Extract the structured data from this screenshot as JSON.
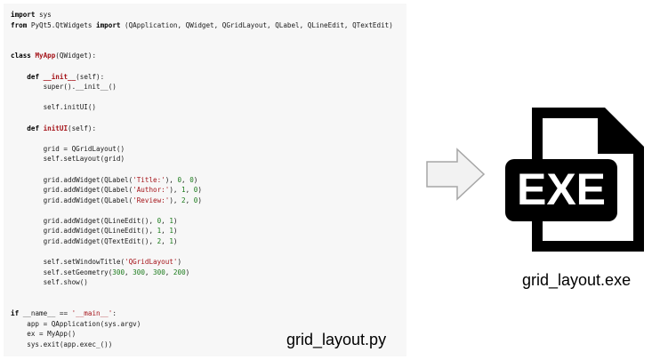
{
  "code": {
    "lines": [
      [
        {
          "t": "import",
          "c": "kw"
        },
        {
          "t": " sys",
          "c": "plain"
        }
      ],
      [
        {
          "t": "from",
          "c": "kw"
        },
        {
          "t": " PyQt5.QtWidgets ",
          "c": "plain"
        },
        {
          "t": "import",
          "c": "kw"
        },
        {
          "t": " (QApplication, QWidget, QGridLayout, QLabel, QLineEdit, QTextEdit)",
          "c": "plain"
        }
      ],
      [],
      [],
      [
        {
          "t": "class",
          "c": "kw"
        },
        {
          "t": " ",
          "c": "plain"
        },
        {
          "t": "MyApp",
          "c": "fn"
        },
        {
          "t": "(QWidget):",
          "c": "plain"
        }
      ],
      [],
      [
        {
          "t": "    ",
          "c": "plain"
        },
        {
          "t": "def",
          "c": "kw"
        },
        {
          "t": " ",
          "c": "plain"
        },
        {
          "t": "__init__",
          "c": "fn"
        },
        {
          "t": "(self):",
          "c": "plain"
        }
      ],
      [
        {
          "t": "        super().__init__()",
          "c": "plain"
        }
      ],
      [],
      [
        {
          "t": "        self.initUI()",
          "c": "plain"
        }
      ],
      [],
      [
        {
          "t": "    ",
          "c": "plain"
        },
        {
          "t": "def",
          "c": "kw"
        },
        {
          "t": " ",
          "c": "plain"
        },
        {
          "t": "initUI",
          "c": "fn"
        },
        {
          "t": "(self):",
          "c": "plain"
        }
      ],
      [],
      [
        {
          "t": "        grid = QGridLayout()",
          "c": "plain"
        }
      ],
      [
        {
          "t": "        self.setLayout(grid)",
          "c": "plain"
        }
      ],
      [],
      [
        {
          "t": "        grid.addWidget(QLabel(",
          "c": "plain"
        },
        {
          "t": "'Title:'",
          "c": "str"
        },
        {
          "t": "), ",
          "c": "plain"
        },
        {
          "t": "0",
          "c": "num"
        },
        {
          "t": ", ",
          "c": "plain"
        },
        {
          "t": "0",
          "c": "num"
        },
        {
          "t": ")",
          "c": "plain"
        }
      ],
      [
        {
          "t": "        grid.addWidget(QLabel(",
          "c": "plain"
        },
        {
          "t": "'Author:'",
          "c": "str"
        },
        {
          "t": "), ",
          "c": "plain"
        },
        {
          "t": "1",
          "c": "num"
        },
        {
          "t": ", ",
          "c": "plain"
        },
        {
          "t": "0",
          "c": "num"
        },
        {
          "t": ")",
          "c": "plain"
        }
      ],
      [
        {
          "t": "        grid.addWidget(QLabel(",
          "c": "plain"
        },
        {
          "t": "'Review:'",
          "c": "str"
        },
        {
          "t": "), ",
          "c": "plain"
        },
        {
          "t": "2",
          "c": "num"
        },
        {
          "t": ", ",
          "c": "plain"
        },
        {
          "t": "0",
          "c": "num"
        },
        {
          "t": ")",
          "c": "plain"
        }
      ],
      [],
      [
        {
          "t": "        grid.addWidget(QLineEdit(), ",
          "c": "plain"
        },
        {
          "t": "0",
          "c": "num"
        },
        {
          "t": ", ",
          "c": "plain"
        },
        {
          "t": "1",
          "c": "num"
        },
        {
          "t": ")",
          "c": "plain"
        }
      ],
      [
        {
          "t": "        grid.addWidget(QLineEdit(), ",
          "c": "plain"
        },
        {
          "t": "1",
          "c": "num"
        },
        {
          "t": ", ",
          "c": "plain"
        },
        {
          "t": "1",
          "c": "num"
        },
        {
          "t": ")",
          "c": "plain"
        }
      ],
      [
        {
          "t": "        grid.addWidget(QTextEdit(), ",
          "c": "plain"
        },
        {
          "t": "2",
          "c": "num"
        },
        {
          "t": ", ",
          "c": "plain"
        },
        {
          "t": "1",
          "c": "num"
        },
        {
          "t": ")",
          "c": "plain"
        }
      ],
      [],
      [
        {
          "t": "        self.setWindowTitle(",
          "c": "plain"
        },
        {
          "t": "'QGridLayout'",
          "c": "str"
        },
        {
          "t": ")",
          "c": "plain"
        }
      ],
      [
        {
          "t": "        self.setGeometry(",
          "c": "plain"
        },
        {
          "t": "300",
          "c": "num"
        },
        {
          "t": ", ",
          "c": "plain"
        },
        {
          "t": "300",
          "c": "num"
        },
        {
          "t": ", ",
          "c": "plain"
        },
        {
          "t": "300",
          "c": "num"
        },
        {
          "t": ", ",
          "c": "plain"
        },
        {
          "t": "200",
          "c": "num"
        },
        {
          "t": ")",
          "c": "plain"
        }
      ],
      [
        {
          "t": "        self.show()",
          "c": "plain"
        }
      ],
      [],
      [],
      [
        {
          "t": "if",
          "c": "kw"
        },
        {
          "t": " __name__ == ",
          "c": "plain"
        },
        {
          "t": "'__main__'",
          "c": "str"
        },
        {
          "t": ":",
          "c": "plain"
        }
      ],
      [
        {
          "t": "    app = QApplication(sys.argv)",
          "c": "plain"
        }
      ],
      [
        {
          "t": "    ex = MyApp()",
          "c": "plain"
        }
      ],
      [
        {
          "t": "    sys.exit(app.exec_())",
          "c": "plain"
        }
      ]
    ]
  },
  "source_filename": "grid_layout.py",
  "output_filename": "grid_layout.exe",
  "icon": {
    "name": "exe-file-icon",
    "label": "EXE"
  },
  "arrow": {
    "name": "right-arrow-icon"
  },
  "colors": {
    "code_background": "#f7f7f7",
    "keyword": "#000000",
    "function_name": "#a5141a",
    "string": "#a5141a",
    "number": "#1a7a1a",
    "arrow_stroke": "#a6a6a6",
    "arrow_fill": "#f2f2f2",
    "icon": "#000000"
  }
}
